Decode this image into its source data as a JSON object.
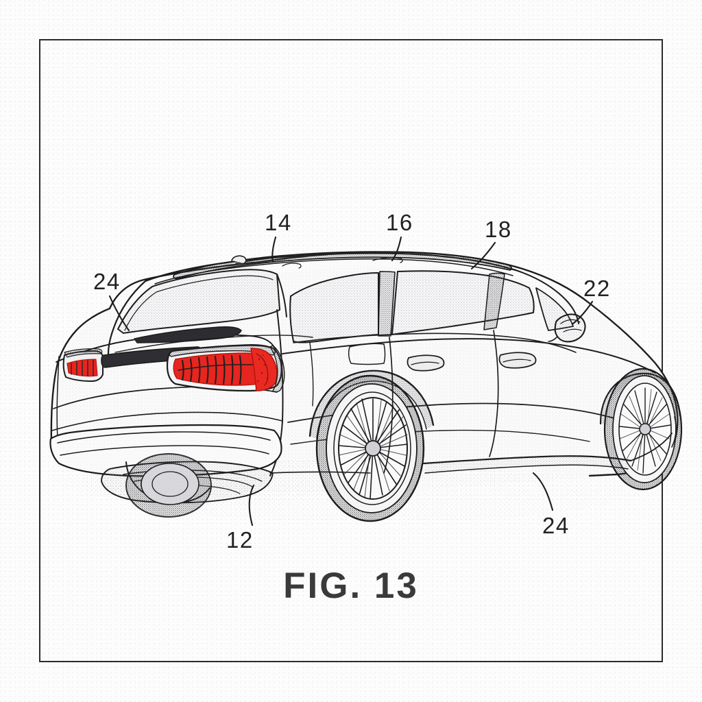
{
  "document": {
    "type": "patent-design-drawing",
    "caption": "FIG. 13",
    "view_description": "rear three-quarter perspective view of a station wagon motor vehicle",
    "frame": {
      "visible": true,
      "border_color": "#2b2b2b"
    }
  },
  "colors": {
    "line": "#1d1d1d",
    "paper": "#fdfdfd",
    "shading": "#8d8d93",
    "highlight_red": "#e8251f",
    "highlight_red_dark": "#b81510",
    "glass": "#c9c9cf"
  },
  "reference_numerals": [
    {
      "id": "14",
      "label": "14",
      "points_to": "roof-rail-front-section"
    },
    {
      "id": "16",
      "label": "16",
      "points_to": "roof-panel"
    },
    {
      "id": "18",
      "label": "18",
      "points_to": "roof-rail-rear-section"
    },
    {
      "id": "24a",
      "label": "24",
      "points_to": "rear-quarter-panel-trim"
    },
    {
      "id": "22",
      "label": "22",
      "points_to": "exterior-side-mirror"
    },
    {
      "id": "12",
      "label": "12",
      "points_to": "lower-rocker-cladding"
    },
    {
      "id": "24b",
      "label": "24",
      "points_to": "front-lower-side-cladding"
    }
  ],
  "highlighted_features": [
    {
      "name": "tail-lamp-assembly",
      "color": "#e8251f",
      "description": "full-width rear lamp band with segmented interior elements, wrapping around the rear corner"
    }
  ],
  "vehicle_parts": [
    "rear-hatch",
    "rear-window",
    "rear-bumper",
    "rear-diffuser",
    "tail-lamp-left",
    "tail-lamp-right",
    "roof-rails",
    "roof-panel",
    "b-pillar",
    "c-pillar",
    "d-pillar",
    "side-windows",
    "side-mirror",
    "front-door-handle",
    "rear-door-handle",
    "rear-wheel",
    "front-wheel",
    "rocker-cladding",
    "wheel-arch-cladding"
  ]
}
